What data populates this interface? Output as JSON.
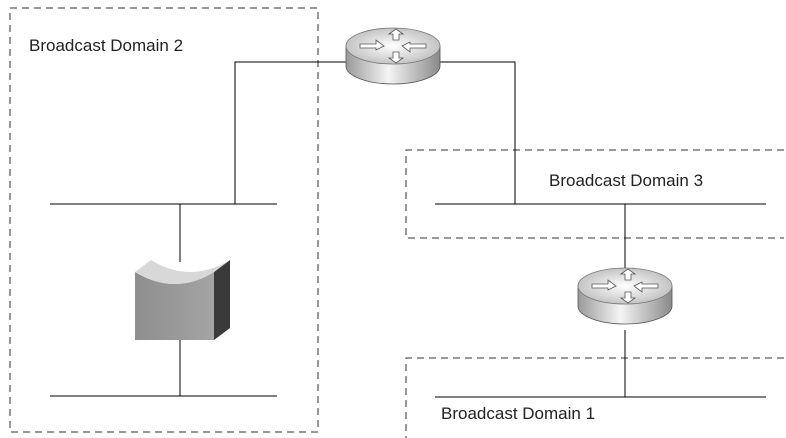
{
  "diagram": {
    "domains": [
      {
        "id": "d2",
        "label": "Broadcast Domain 2"
      },
      {
        "id": "d3",
        "label": "Broadcast Domain 3"
      },
      {
        "id": "d1",
        "label": "Broadcast Domain 1"
      }
    ],
    "devices": [
      {
        "id": "router-top",
        "type": "router-icon"
      },
      {
        "id": "router-middle",
        "type": "router-icon"
      },
      {
        "id": "switch",
        "type": "switch-icon"
      }
    ],
    "colors": {
      "line": "#000000",
      "dash": "#333333",
      "router_light": "#f2f2f2",
      "router_dark": "#8a8a8a",
      "switch_front": "#9a9a9a",
      "switch_side": "#3a3a3a",
      "switch_top": "#d8d8d8"
    }
  }
}
